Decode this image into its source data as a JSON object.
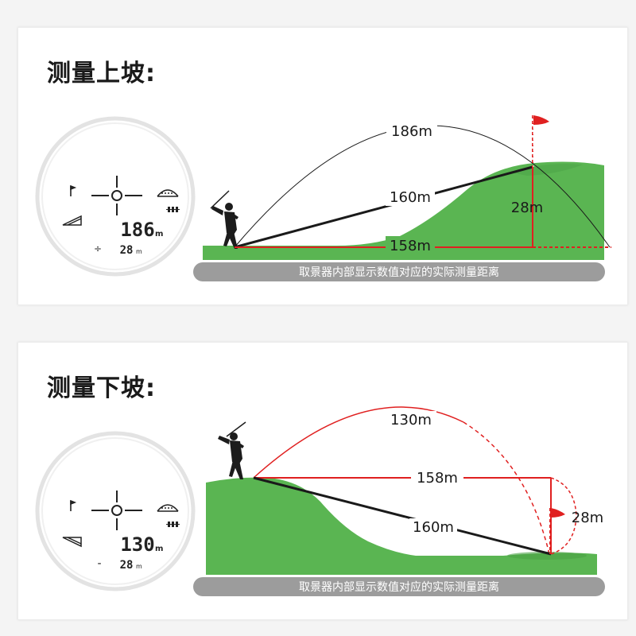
{
  "colors": {
    "grass": "#5ab552",
    "grass_dark": "#4aa145",
    "red": "#e02020",
    "banner_bg": "#9c9c9c",
    "banner_text": "#ffffff",
    "flag": "#e02020"
  },
  "uphill": {
    "title": "测量上坡:",
    "arc_label": "186m",
    "line_label": "160m",
    "horizontal_label": "158m",
    "height_label": "28m",
    "banner": "取景器内部显示数值对应的实际测量距离",
    "display": {
      "main_value": "186",
      "unit": "m",
      "sub_sign": "÷",
      "sub_value": "28",
      "sub_unit": "m"
    }
  },
  "downhill": {
    "title": "测量下坡:",
    "arc_label": "130m",
    "horizontal_label": "158m",
    "line_label": "160m",
    "height_label": "28m",
    "banner": "取景器内部显示数值对应的实际测量距离",
    "display": {
      "main_value": "130",
      "unit": "m",
      "sub_sign": "-",
      "sub_value": "28",
      "sub_unit": "m"
    }
  }
}
